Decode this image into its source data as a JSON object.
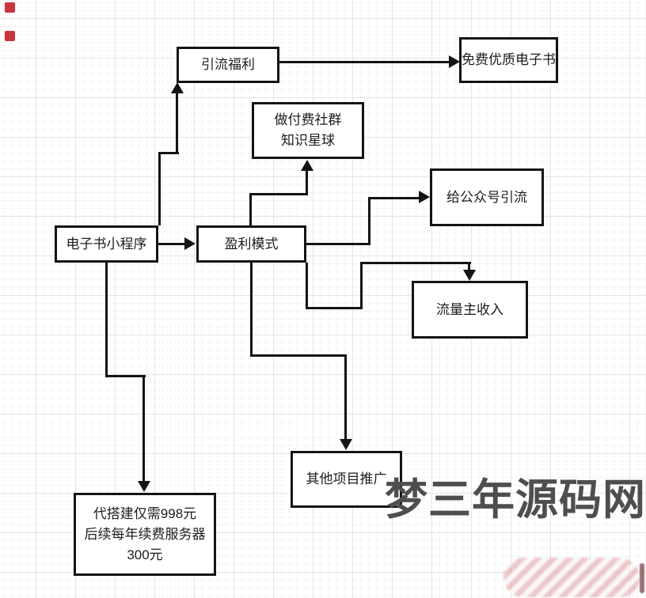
{
  "diagram": {
    "nodes": {
      "traffic_benefit": {
        "label": "引流福利"
      },
      "free_ebooks": {
        "label": "免费优质电子书"
      },
      "paid_community": {
        "label": "做付费社群\n知识星球"
      },
      "official_account": {
        "label": "给公众号引流"
      },
      "ebook_miniprogram": {
        "label": "电子书小程序"
      },
      "profit_model": {
        "label": "盈利模式"
      },
      "ad_revenue": {
        "label": "流量主收入"
      },
      "other_projects": {
        "label": "其他项目推广"
      },
      "setup_cost": {
        "label": "代搭建仅需998元\n后续每年续费服务器\n300元"
      }
    },
    "edges": [
      {
        "from": "ebook_miniprogram",
        "to": "traffic_benefit"
      },
      {
        "from": "traffic_benefit",
        "to": "free_ebooks"
      },
      {
        "from": "ebook_miniprogram",
        "to": "profit_model"
      },
      {
        "from": "profit_model",
        "to": "paid_community"
      },
      {
        "from": "profit_model",
        "to": "official_account"
      },
      {
        "from": "profit_model",
        "to": "ad_revenue"
      },
      {
        "from": "profit_model",
        "to": "other_projects"
      },
      {
        "from": "ebook_miniprogram",
        "to": "setup_cost"
      }
    ],
    "watermark": "梦三年源码网",
    "colors": {
      "line": "#141414",
      "node_border": "#141414",
      "node_bg": "#ffffff",
      "watermark": "#4e4e4e",
      "marker_red": "#c9353b",
      "redaction_stripe": "#d8787c"
    }
  }
}
